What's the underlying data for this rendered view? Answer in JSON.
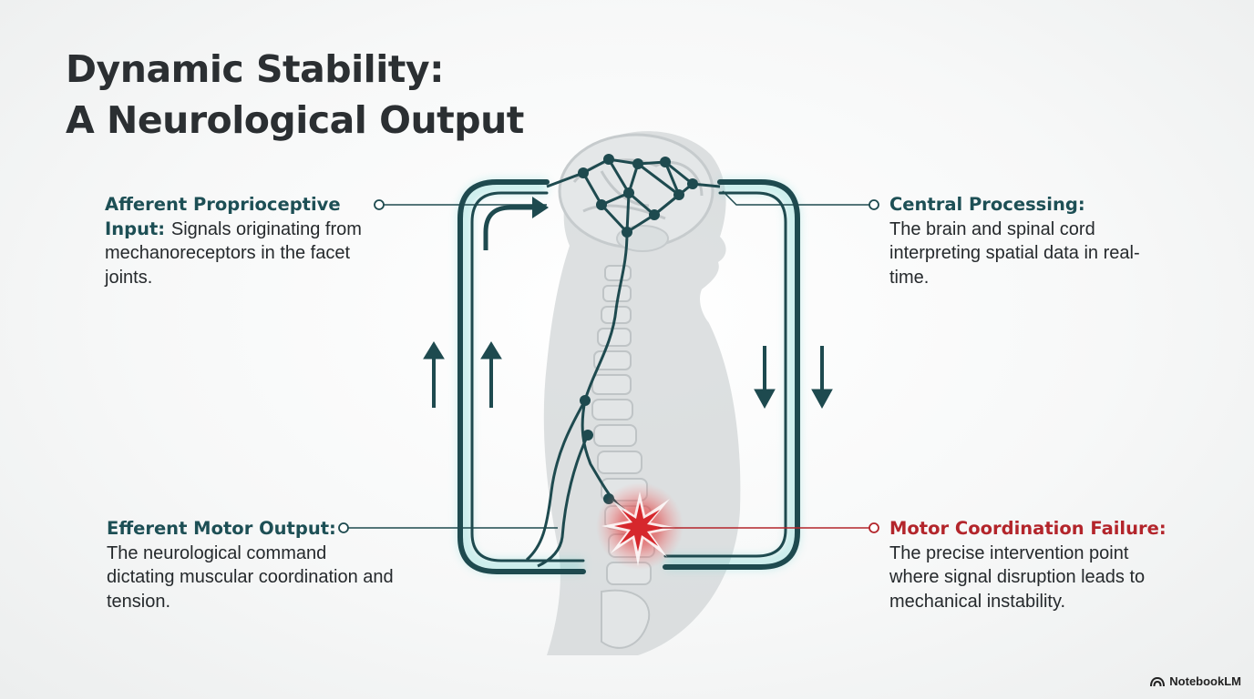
{
  "title": {
    "line1": "Dynamic Stability:",
    "line2": "A Neurological Output"
  },
  "callouts": {
    "afferent": {
      "heading": "Afferent Proprioceptive Input:",
      "body": "Signals originating from mechanoreceptors in the facet joints."
    },
    "central": {
      "heading": "Central Processing:",
      "body": "The brain and spinal cord interpreting spatial data in real-time."
    },
    "efferent": {
      "heading": "Efferent Motor Output:",
      "body": "The neurological command dictating muscular coordination and tension."
    },
    "failure": {
      "heading": "Motor Coordination Failure:",
      "body": "The precise intervention point where signal disruption leads to mechanical instability."
    }
  },
  "brand": {
    "name": "NotebookLM",
    "icon": "notebooklm-logo-icon"
  },
  "colors": {
    "loop": "#1e4a4f",
    "accent": "#1d4f55",
    "failure": "#b3252b",
    "silhouette": "#d2d5d7"
  }
}
